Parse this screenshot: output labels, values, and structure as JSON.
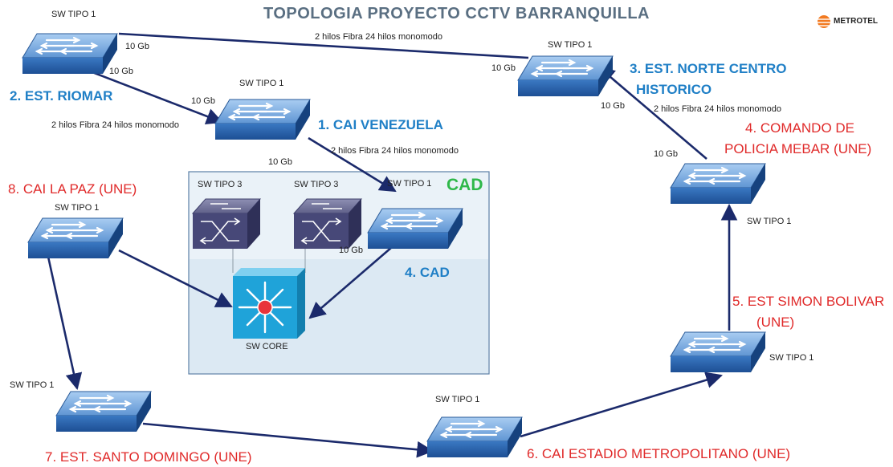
{
  "title": "TOPOLOGIA PROYECTO CCTV BARRANQUILLA",
  "logo": "METROTEL",
  "switch_type_1": "SW TIPO 1",
  "switch_type_3": "SW TIPO 3",
  "core_switch": "SW CORE",
  "cad_box_label": "CAD",
  "link_speed": "10 Gb",
  "fiber_link": "2 hilos Fibra 24 hilos monomodo",
  "sites": {
    "est_riomar": "2. EST. RIOMAR",
    "cai_venezuela": "1. CAI VENEZUELA",
    "est_norte_1": "3. EST. NORTE CENTRO",
    "est_norte_2": "HISTORICO",
    "comando_1": "4. COMANDO DE",
    "comando_2": "POLICIA MEBAR (UNE)",
    "cai_la_paz": "8. CAI LA PAZ (UNE)",
    "cad": "4. CAD",
    "simon_bolivar_1": "5. EST SIMON BOLIVAR",
    "simon_bolivar_2": "(UNE)",
    "santo_domingo": "7. EST.  SANTO DOMINGO (UNE)",
    "cai_estadio": "6. CAI ESTADIO   METROPOLITANO (UNE)"
  },
  "colors": {
    "link": "#1b2a6b",
    "switch_top": "#8fb8e6",
    "switch_front": "#2f67b0",
    "core": "#1fa3d9",
    "cad_box": "#eaf2f8",
    "site_blue": "#1f7fc6",
    "site_red": "#e02a2a"
  }
}
